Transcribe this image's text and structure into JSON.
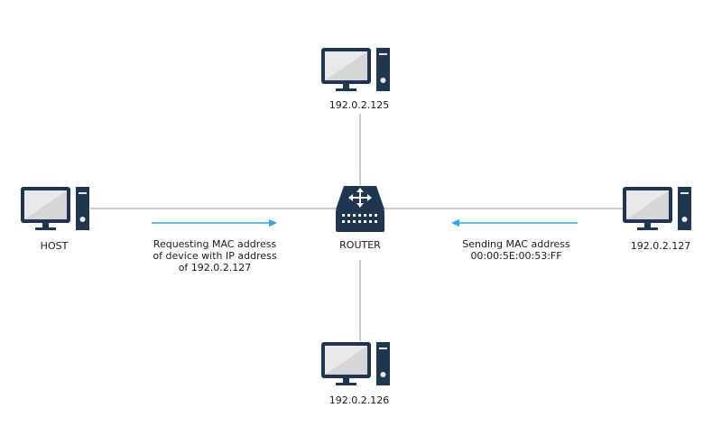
{
  "colors": {
    "device_dark": "#1f3650",
    "screen_light": "#e9e9e9",
    "link_line": "#9a9a9a",
    "arrow": "#2aa7e6",
    "router_lights": "#ffffff"
  },
  "nodes": {
    "host": {
      "label": "HOST",
      "icon": "desktop-computer-icon"
    },
    "top": {
      "label": "192.0.2.125",
      "icon": "desktop-computer-icon"
    },
    "right": {
      "label": "192.0.2.127",
      "icon": "desktop-computer-icon"
    },
    "bottom": {
      "label": "192.0.2.126",
      "icon": "desktop-computer-icon"
    },
    "router": {
      "label": "ROUTER",
      "icon": "router-icon"
    }
  },
  "messages": {
    "request": {
      "line1": "Requesting MAC address",
      "line2": "of device with IP address",
      "line3": "of 192.0.2.127"
    },
    "response": {
      "line1": "Sending MAC address",
      "line2": "00:00:5E:00:53:FF"
    }
  }
}
